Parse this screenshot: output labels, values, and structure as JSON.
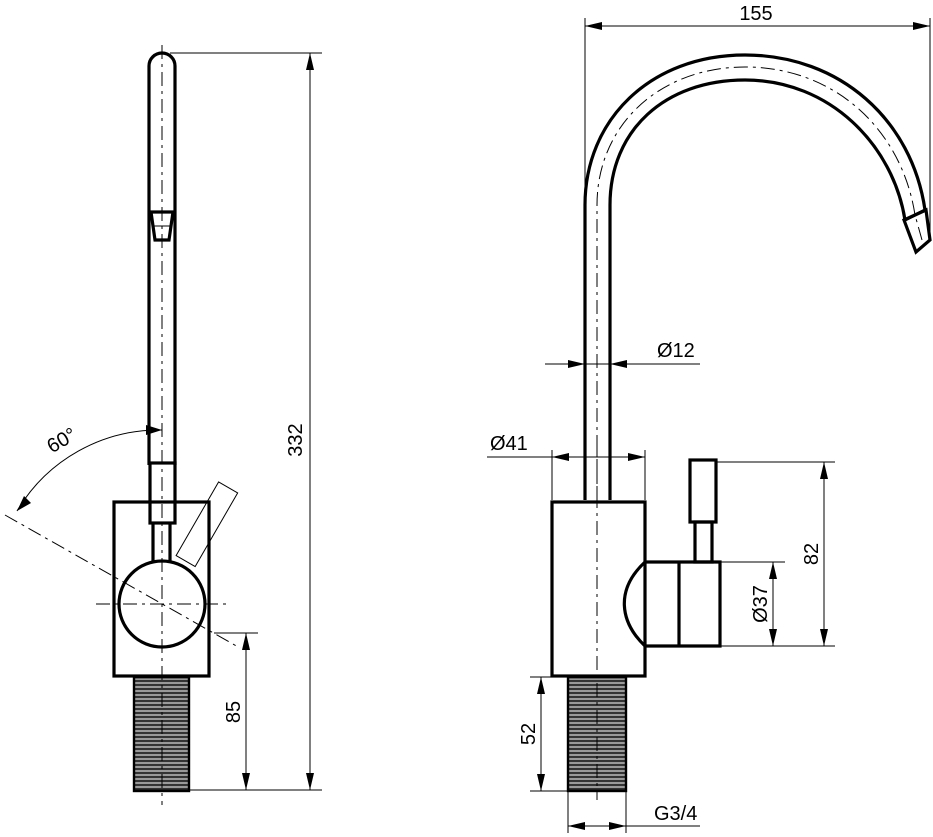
{
  "dimensions": {
    "side_height": "332",
    "side_base": "85",
    "lever_angle": "60°",
    "spout_reach": "155",
    "spout_diameter": "Ø12",
    "body_diameter": "Ø41",
    "handle_height": "82",
    "handle_diameter": "Ø37",
    "shank_length": "52",
    "thread": "G3/4"
  }
}
